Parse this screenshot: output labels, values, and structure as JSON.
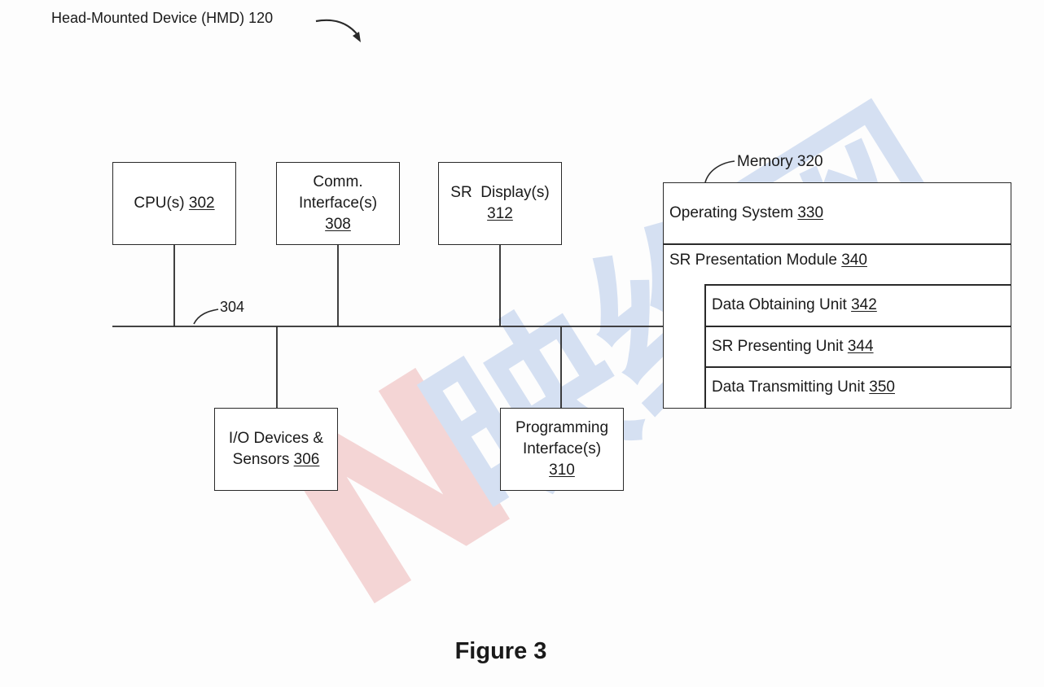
{
  "header": {
    "device_label": "Head-Mounted Device (HMD) 120"
  },
  "bus": {
    "label": "304"
  },
  "components": {
    "cpu": {
      "text": "CPU(s) ",
      "num": "302"
    },
    "comm": {
      "line1": "Comm.",
      "line2": "Interface(s)",
      "num": "308"
    },
    "display": {
      "line1": "SR  Display(s)",
      "num": "312"
    },
    "io": {
      "line1": "I/O Devices &",
      "line2": "Sensors ",
      "num": "306"
    },
    "prog": {
      "line1": "Programming",
      "line2": "Interface(s)",
      "num": "310"
    }
  },
  "memory": {
    "label": "Memory 320",
    "os": {
      "text": "Operating System ",
      "num": "330"
    },
    "module": {
      "text": "SR Presentation Module ",
      "num": "340"
    },
    "units": [
      {
        "text": "Data Obtaining Unit ",
        "num": "342"
      },
      {
        "text": "SR Presenting Unit ",
        "num": "344"
      },
      {
        "text": "Data Transmitting Unit ",
        "num": "350"
      }
    ]
  },
  "figure": {
    "title": "Figure 3"
  },
  "watermark": {
    "text": "映维网",
    "colors": {
      "red": "#e8a0a0",
      "blue": "#a9c4e6"
    }
  }
}
